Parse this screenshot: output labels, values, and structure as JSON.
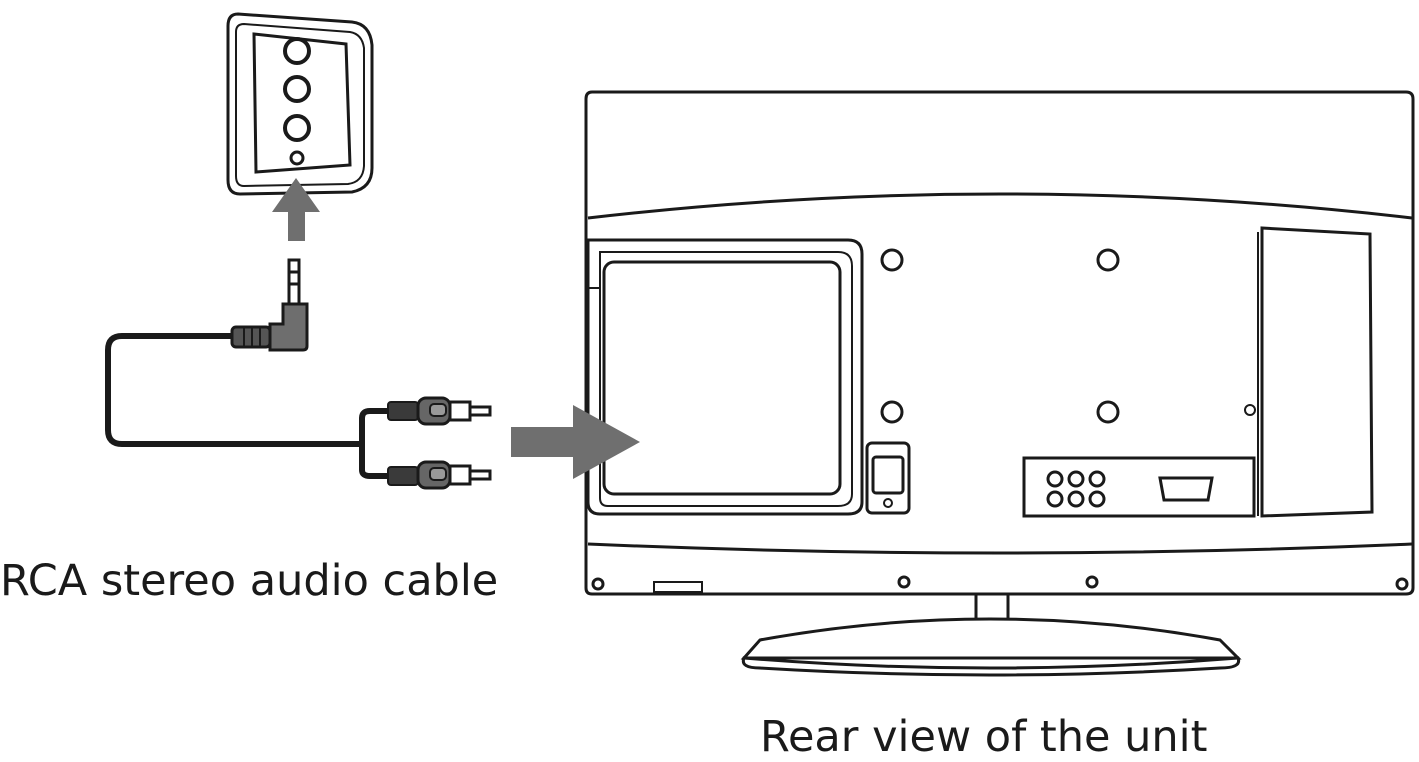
{
  "labels": {
    "cable": "RCA stereo audio cable",
    "rear_view": "Rear view of the unit"
  },
  "icons": [
    "speaker-panel",
    "up-arrow",
    "rca-cable",
    "right-arrow",
    "tv-rear"
  ],
  "colors": {
    "line": "#1a1a1a",
    "arrow": "#6f6f6f",
    "plug_dark": "#555555"
  }
}
